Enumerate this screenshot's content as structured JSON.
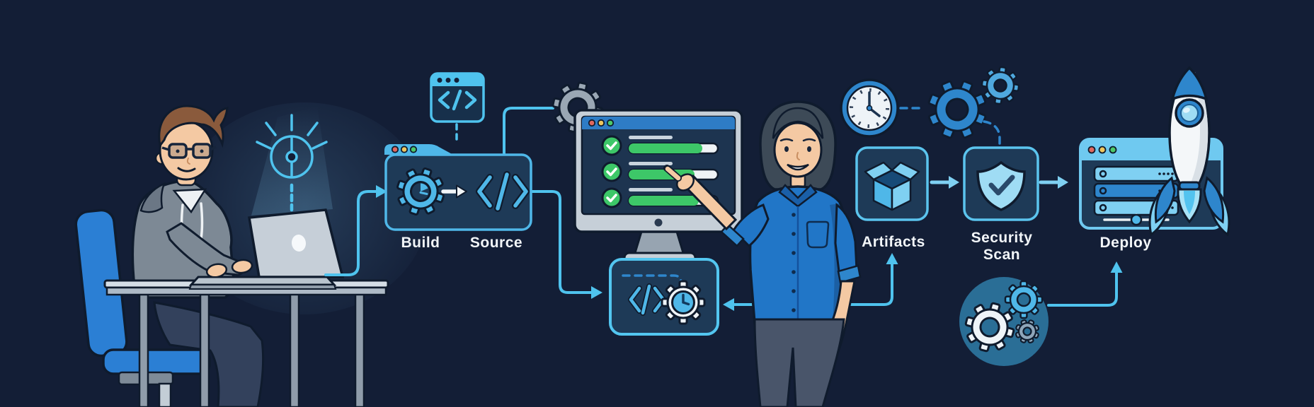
{
  "labels": {
    "build": "Build",
    "source": "Source",
    "artifacts": "Artifacts",
    "security_scan": [
      "Security",
      "Scan"
    ],
    "deploy": "Deploy"
  },
  "monitor_checklist": {
    "rows": 3,
    "progress_percent": [
      82,
      74,
      79
    ],
    "bar_green_widths": [
      "104",
      "93",
      "99"
    ],
    "bar_full_width": 126
  },
  "colors": {
    "background": "#131E36",
    "panel_navy": "#1E3A57",
    "accent_cyan": "#4FC3EE",
    "border_cyan": "#5BC4EE",
    "mid_blue": "#2E86CC",
    "light_blue": "#7FD0F2",
    "window_blue": "#4FB7E8",
    "titlebar_blue": "#2E7CC5",
    "success_green": "#3DC768",
    "white": "#F2F6F9",
    "gray_gear": "#9AA7B4",
    "monitor_frame": "#C6CFD8",
    "skin": "#F4C9A3",
    "shirt_blue": "#2176C7",
    "hoodie_gray": "#7D8995",
    "hair_brown": "#8A5A3C",
    "hair_black": "#3D4A57",
    "chair_blue": "#2B7FD4",
    "circle_teal": "#2A6E96",
    "traffic_red": "#E0685E",
    "traffic_yellow": "#EFC75E",
    "traffic_green": "#4CC96A"
  },
  "icons": [
    "commit-idea-icon",
    "code-window-icon",
    "build-gear-icon",
    "code-icon",
    "white-arrow-icon",
    "gear-icon",
    "monitor-checklist-icon",
    "check-icon",
    "schedule-code-icon",
    "clock-icon",
    "gears-icon",
    "package-box-icon",
    "shield-check-icon",
    "server-stack-icon",
    "network-node-icon",
    "rocket-icon",
    "gears-circle-icon"
  ]
}
